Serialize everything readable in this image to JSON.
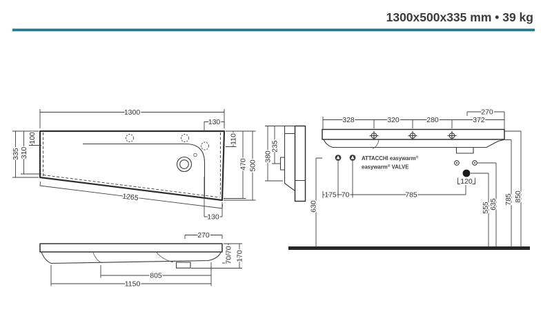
{
  "header": {
    "title": "1300x500x335 mm • 39 kg"
  },
  "colors": {
    "accent": "#27798a",
    "line": "#3a3a3a",
    "floor": "#262626"
  },
  "plan_view": {
    "width": "1300",
    "corner_top_right": "130",
    "depth_total": "335",
    "depth_inner": "310",
    "deck_left": "100",
    "deck_right": "110",
    "depth_right_inner": "470",
    "depth_right_total": "500",
    "bottom_edge": "1265",
    "corner_bottom_right": "130"
  },
  "side_view": {
    "height": "380",
    "valve_center": "235"
  },
  "front_view": {
    "shelf_right": "270",
    "apron": "70/70",
    "edge_height": "170",
    "bowl_width": "805",
    "base_width": "1150"
  },
  "installation_view": {
    "notes": {
      "line1": "ATTACCHI easywarm",
      "line2a": "easywarm",
      "line2b": " VALVE",
      "reg": "®"
    },
    "fix_seg1": "328",
    "fix_seg2": "320",
    "fix_seg3": "280",
    "drain_to_edge": "270",
    "fix_to_edge": "372",
    "attach_offset": "175",
    "attach_gap": "70",
    "attach_to_drain": "785",
    "drain_clearance": "120",
    "attach_height": "630",
    "drain_height": "555",
    "fixing_height": "635",
    "rim_bottom_height": "785",
    "rim_top_height": "850"
  }
}
